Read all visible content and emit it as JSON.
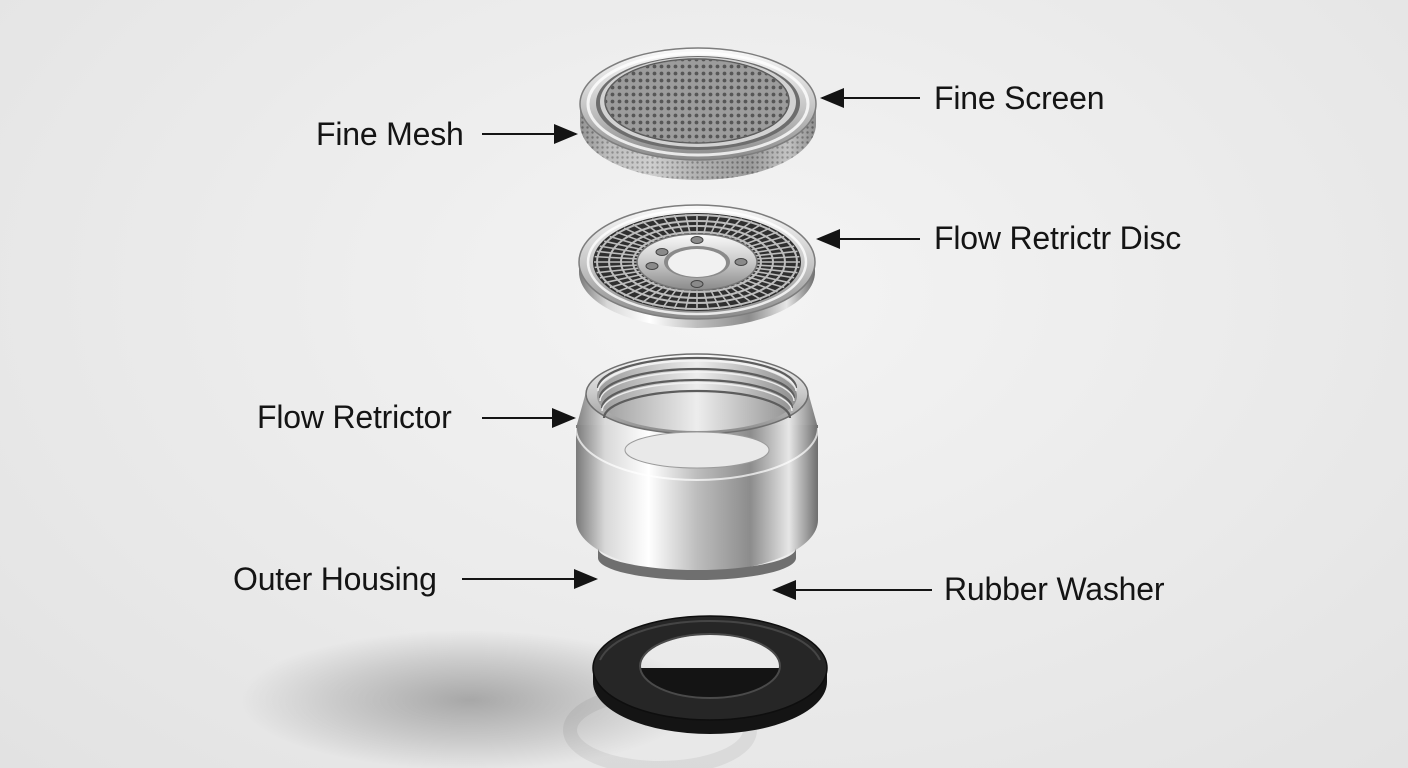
{
  "diagram": {
    "callouts": {
      "fine_screen": "Fine Screen",
      "fine_mesh": "Fine Mesh",
      "flow_restrictor_disc": "Flow Retrictr Disc",
      "flow_restrictor": "Flow Retrictor",
      "outer_housing": "Outer Housing",
      "rubber_washer": "Rubber Washer"
    },
    "colors": {
      "metal_light": "#f2f2f2",
      "metal_mid": "#b9b9b9",
      "metal_dark": "#5f5f5f",
      "rubber": "#1e1e1e",
      "text": "#141414"
    }
  }
}
